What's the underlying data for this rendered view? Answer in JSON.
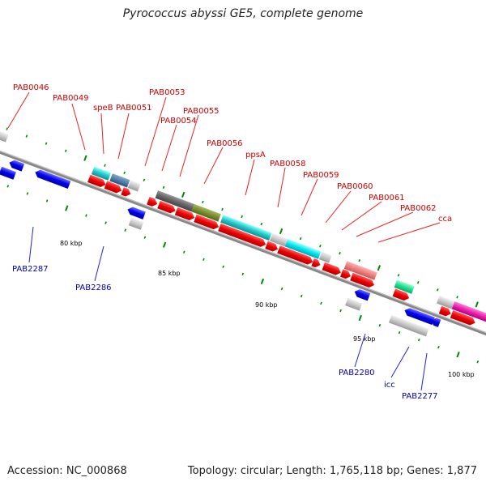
{
  "title": "Pyrococcus abyssi GE5, complete genome",
  "footer": {
    "accession": "Accession: NC_000868",
    "stats": "Topology: circular; Length: 1,765,118 bp; Genes: 1,877"
  },
  "scale_labels": [
    "80 kbp",
    "85 kbp",
    "90 kbp",
    "95 kbp",
    "100 kbp"
  ],
  "forward_gene_labels": [
    "PAB0046",
    "PAB0049",
    "speB",
    "PAB0051",
    "PAB0053",
    "PAB0054",
    "PAB0055",
    "PAB0056",
    "ppsA",
    "PAB0058",
    "PAB0059",
    "PAB0060",
    "PAB0061",
    "PAB0062",
    "cca"
  ],
  "reverse_gene_labels": [
    "PAB2287",
    "PAB2286",
    "PAB2280",
    "icc",
    "PAB2277"
  ],
  "colors": {
    "forward_label": "#cc0000",
    "reverse_label": "#0000aa",
    "forward_cds": "#ff0000",
    "reverse_cds": "#0000ff",
    "tick": "#008800",
    "backbone": "#777777"
  }
}
